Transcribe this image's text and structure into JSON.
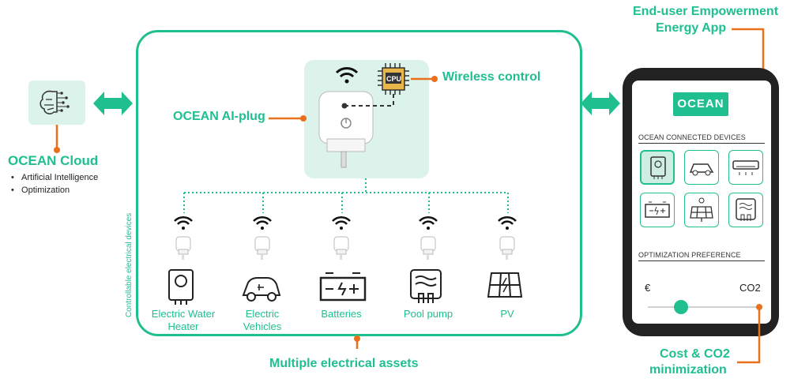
{
  "cloud": {
    "title": "OCEAN Cloud",
    "bullets": [
      "Artificial Intelligence",
      "Optimization"
    ]
  },
  "plug": {
    "label": "OCEAN AI-plug",
    "wireless_label": "Wireless control",
    "cpu_text": "CPU"
  },
  "side_label": "Controllable electrical devices",
  "assets": [
    {
      "label_line1": "Electric Water",
      "label_line2": "Heater",
      "icon": "water-heater-icon"
    },
    {
      "label_line1": "Electric",
      "label_line2": "Vehicles",
      "icon": "electric-car-icon"
    },
    {
      "label_line1": "Batteries",
      "label_line2": "",
      "icon": "battery-icon"
    },
    {
      "label_line1": "Pool pump",
      "label_line2": "",
      "icon": "pool-pump-icon"
    },
    {
      "label_line1": "PV",
      "label_line2": "",
      "icon": "solar-panel-icon"
    }
  ],
  "bottom_label": "Multiple electrical assets",
  "app": {
    "title_line1": "End-user Empowerment",
    "title_line2": "Energy App",
    "logo": "OCEAN",
    "connected_title": "OCEAN CONNECTED DEVICES",
    "pref_title": "OPTIMIZATION PREFERENCE",
    "slider_left": "€",
    "slider_right": "CO2",
    "slider_value": 0.3,
    "cost_line1": "Cost & CO2",
    "cost_line2": "minimization"
  },
  "colors": {
    "green": "#1fbf8f",
    "orange": "#e9711c",
    "panel": "#dcf3ec"
  }
}
